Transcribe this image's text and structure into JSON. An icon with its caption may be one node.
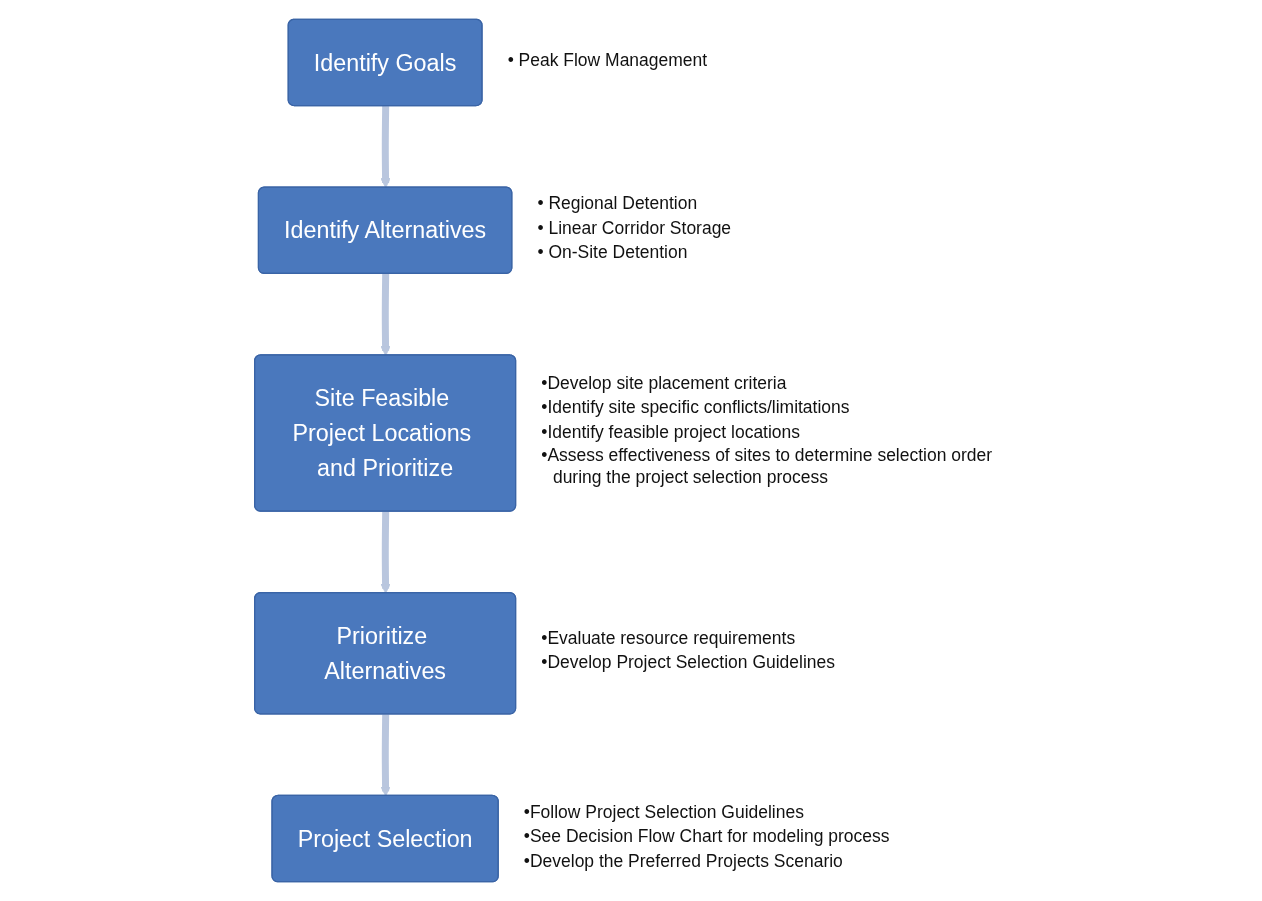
{
  "diagram": {
    "nodes": [
      {
        "text": [
          "Identify Goals"
        ],
        "beside": [
          "• Peak Flow Management"
        ]
      },
      {
        "text": [
          "Identify Alternatives"
        ],
        "beside": [
          "• Regional Detention",
          "• Linear Corridor Storage",
          "• On-Site Detention"
        ]
      },
      {
        "text": [
          "Site Feasible Project Locations and Prioritize"
        ],
        "beside": [
          "•Develop site placement criteria",
          "•Identify site specific conflicts/limitations",
          "•Identify feasible project locations",
          "•Assess effectiveness of sites to determine selection order during the project selection process"
        ]
      },
      {
        "text": [
          "Prioritize Alternatives"
        ],
        "beside": [
          "•Evaluate resource requirements",
          "•Develop Project Selection Guidelines"
        ]
      },
      {
        "text": [
          "Project Selection"
        ],
        "beside": [
          "•Follow Project Selection Guidelines",
          "•See Decision Flow Chart for modeling process",
          "•Develop the Preferred Projects Scenario"
        ]
      }
    ],
    "edges": [
      {
        "from": 0,
        "to": 1,
        "arrow": "to"
      },
      {
        "from": 1,
        "to": 2,
        "arrow": "to"
      },
      {
        "from": 2,
        "to": 3,
        "arrow": "to"
      },
      {
        "from": 3,
        "to": 4,
        "arrow": "to"
      }
    ]
  }
}
